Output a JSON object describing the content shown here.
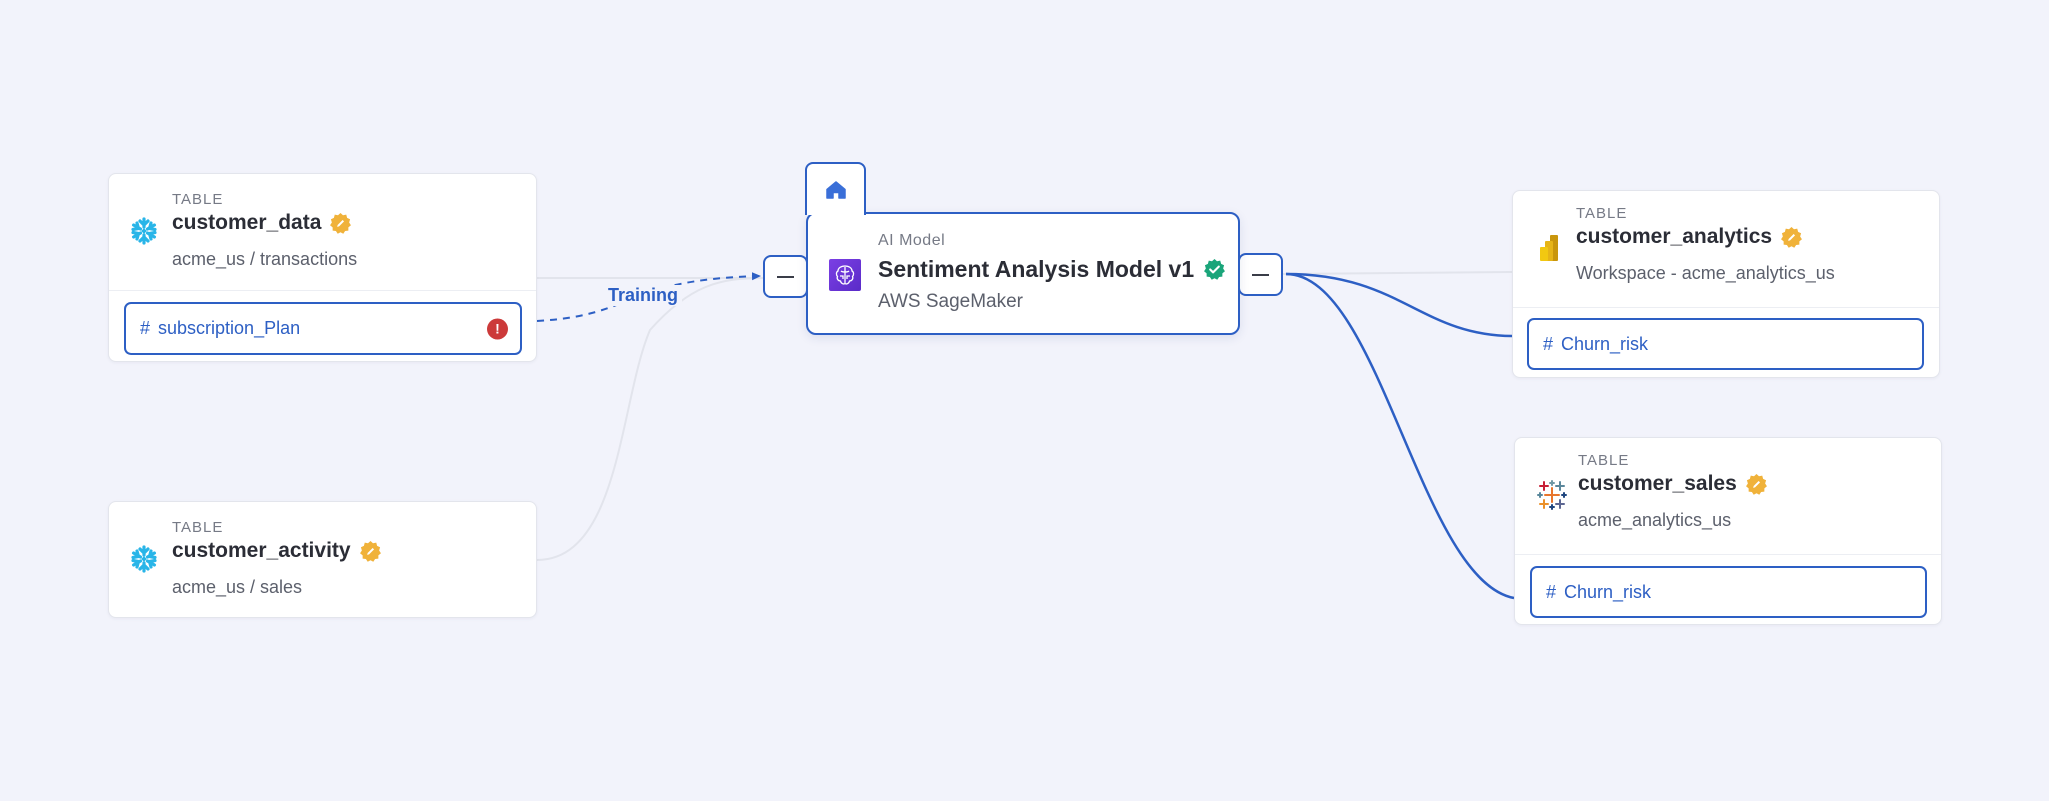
{
  "colors": {
    "background": "#f2f3fb",
    "accent": "#2d5fc4",
    "certified_badge": "#f0b23a",
    "verified_badge": "#1aa57a",
    "error": "#cc3a3a",
    "model_icon": "#6a35d6"
  },
  "center_node": {
    "home_icon": "home-icon",
    "type": "AI Model",
    "title": "Sentiment Analysis Model v1",
    "subtitle": "AWS SageMaker",
    "source_icon": "aws-sagemaker-brain-icon",
    "status_badge": "verified-check-icon",
    "left_collapse_label": "—",
    "right_collapse_label": "—"
  },
  "upstream_nodes": [
    {
      "type": "TABLE",
      "title": "customer_data",
      "subtitle": "acme_us / transactions",
      "source_icon": "snowflake-icon",
      "badge": "certified-icon",
      "fields": [
        {
          "prefix": "#",
          "name": "subscription_Plan",
          "status_icon": "error-icon",
          "status_glyph": "!"
        }
      ]
    },
    {
      "type": "TABLE",
      "title": "customer_activity",
      "subtitle": "acme_us / sales",
      "source_icon": "snowflake-icon",
      "badge": "certified-icon",
      "fields": []
    }
  ],
  "downstream_nodes": [
    {
      "type": "TABLE",
      "title": "customer_analytics",
      "subtitle": "Workspace - acme_analytics_us",
      "source_icon": "powerbi-icon",
      "badge": "certified-icon",
      "fields": [
        {
          "prefix": "#",
          "name": "Churn_risk"
        }
      ]
    },
    {
      "type": "TABLE",
      "title": "customer_sales",
      "subtitle": "acme_analytics_us",
      "source_icon": "tableau-icon",
      "badge": "certified-icon",
      "fields": [
        {
          "prefix": "#",
          "name": "Churn_risk"
        }
      ]
    }
  ],
  "edges": [
    {
      "from": "customer_data.subscription_Plan",
      "to": "Sentiment Analysis Model v1",
      "style": "dashed",
      "label": "Training"
    },
    {
      "from": "customer_data",
      "to": "Sentiment Analysis Model v1",
      "style": "faint"
    },
    {
      "from": "customer_activity",
      "to": "Sentiment Analysis Model v1",
      "style": "faint"
    },
    {
      "from": "Sentiment Analysis Model v1",
      "to": "customer_analytics.Churn_risk",
      "style": "solid"
    },
    {
      "from": "Sentiment Analysis Model v1",
      "to": "customer_sales.Churn_risk",
      "style": "solid"
    },
    {
      "from": "Sentiment Analysis Model v1",
      "to": "customer_analytics",
      "style": "faint"
    }
  ]
}
